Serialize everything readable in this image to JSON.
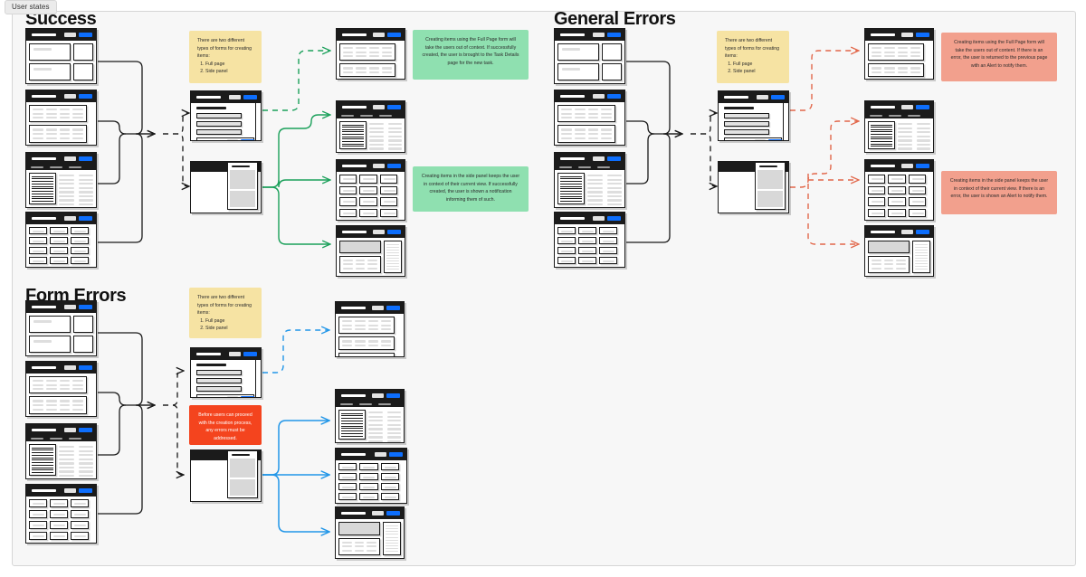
{
  "board": {
    "tab_label": "User states"
  },
  "sections": {
    "success": {
      "title": "Success"
    },
    "general_errors": {
      "title": "General Errors"
    },
    "form_errors": {
      "title": "Form Errors"
    }
  },
  "notes": {
    "success_forms": {
      "color": "#f6e3a3",
      "intro": "There are two different types of forms for creating items:",
      "items": [
        "Full page",
        "Side panel"
      ]
    },
    "general_forms": {
      "color": "#f6e3a3",
      "intro": "There are two different types of forms for creating items:",
      "items": [
        "Full page",
        "Side panel"
      ]
    },
    "form_errors_forms": {
      "color": "#f6e3a3",
      "intro": "There are two different types of forms for creating items:",
      "items": [
        "Full page",
        "Side panel"
      ]
    },
    "success_fullpage": {
      "color": "#8fe0b0",
      "text": "Creating items using the Full Page form will take the users out of context. If successfully created, the user is brought to the Task Details page for the new task."
    },
    "success_sidepanel": {
      "color": "#8fe0b0",
      "text": "Creating items in the side panel keeps the user in context of their current view. If successfully created, the user is shown a notification informing them of such."
    },
    "general_fullpage": {
      "color": "#f2a08d",
      "text": "Creating items using the Full Page form will take the users out of content. If there is an error, the user is returned to the previous page with an Alert to notify them."
    },
    "general_sidepanel": {
      "color": "#f2a08d",
      "text": "Creating items in the side panel keeps the user in context of their current view. If there is an error, the user is shown an Alert to notify them."
    },
    "form_errors_warning": {
      "color": "#f4441e",
      "text": "Before users can proceed with the creation process, any errors must be addressed."
    }
  },
  "flow_colors": {
    "success_branch": "#1aa05a",
    "general_branch": "#e2674a",
    "form_errors_branch": "#2196e8",
    "neutral": "#1a1a1a"
  },
  "screens": {
    "entry_detail": "detail-page-screen",
    "entry_list": "list-page-screen",
    "entry_table": "table-page-screen",
    "entry_grid": "card-grid-page-screen",
    "form_fullpage": "full-page-form-screen",
    "form_sidepanel": "side-panel-form-screen",
    "result_list": "result-list-screen",
    "result_table": "result-table-screen",
    "result_grid": "result-card-grid-screen",
    "result_dashboard": "result-dashboard-screen"
  }
}
